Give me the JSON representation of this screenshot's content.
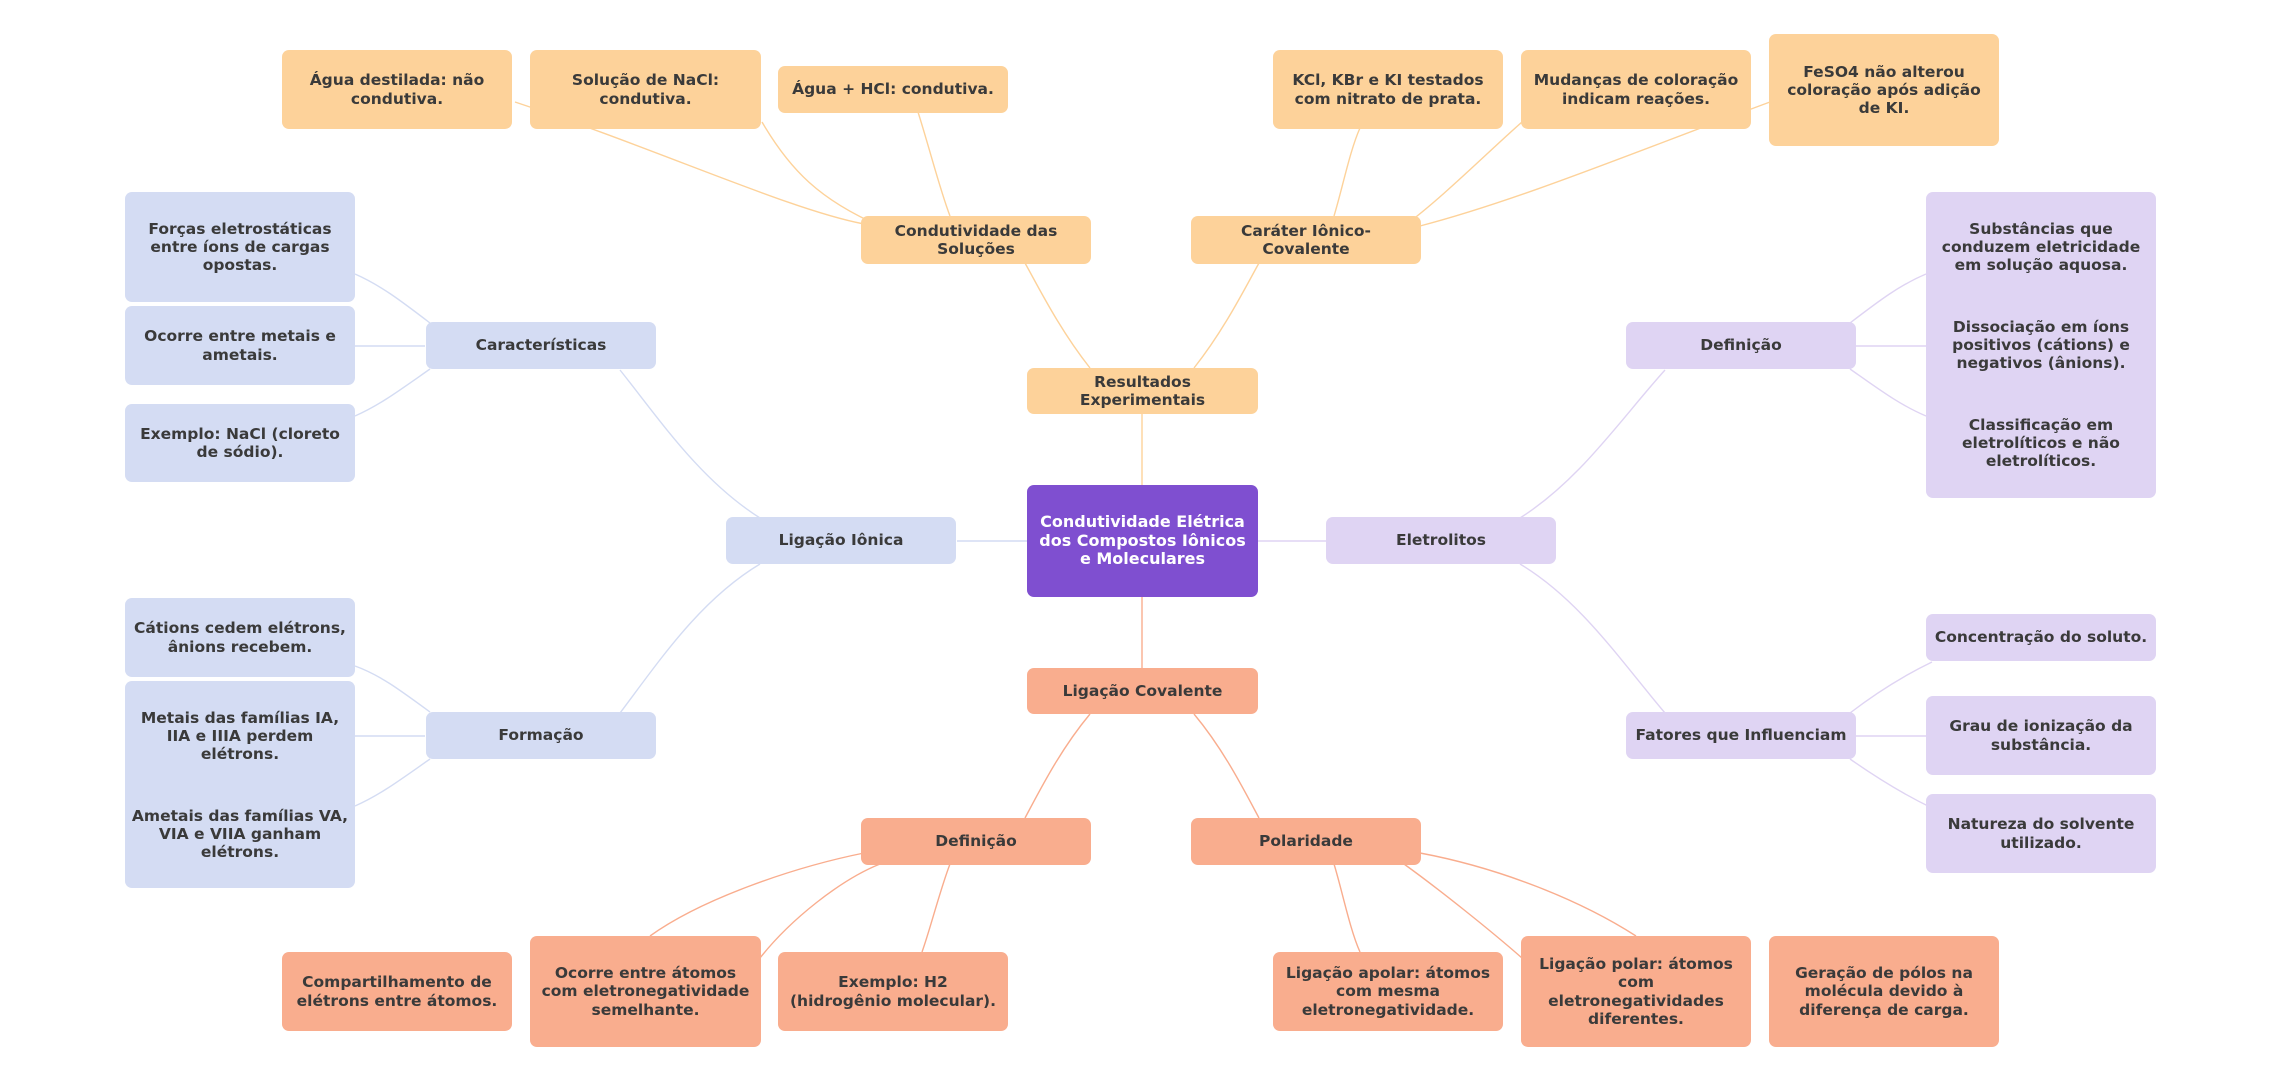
{
  "colors": {
    "root": "#7f4fd0",
    "results": "#fdd29a",
    "ionic": "#d4dcf3",
    "electrolytes": "#dfd4f3",
    "covalent": "#f9ad8e"
  },
  "root": {
    "label": "Condutividade Elétrica dos Compostos Iônicos e Moleculares"
  },
  "results": {
    "label": "Resultados Experimentais",
    "conductivity": {
      "label": "Condutividade das Soluções",
      "items": [
        "Água destilada: não condutiva.",
        "Solução de NaCl: condutiva.",
        "Água + HCl: condutiva."
      ]
    },
    "character": {
      "label": "Caráter Iônico-Covalente",
      "items": [
        "KCl, KBr e KI testados com nitrato de prata.",
        "Mudanças de coloração indicam reações.",
        "FeSO4 não alterou coloração após adição de KI."
      ]
    }
  },
  "ionic": {
    "label": "Ligação Iônica",
    "characteristics": {
      "label": "Características",
      "items": [
        "Forças eletrostáticas entre íons de cargas opostas.",
        "Ocorre entre metais e ametais.",
        "Exemplo: NaCl (cloreto de sódio)."
      ]
    },
    "formation": {
      "label": "Formação",
      "items": [
        "Cátions cedem elétrons, ânions recebem.",
        "Metais das famílias IA, IIA e IIIA perdem elétrons.",
        "Ametais das famílias VA, VIA e VIIA ganham elétrons."
      ]
    }
  },
  "electrolytes": {
    "label": "Eletrolitos",
    "definition": {
      "label": "Definição",
      "items": [
        "Substâncias que conduzem eletricidade em solução aquosa.",
        "Dissociação em íons positivos (cátions) e negativos (ânions).",
        "Classificação em eletrolíticos e não eletrolíticos."
      ]
    },
    "factors": {
      "label": "Fatores que Influenciam",
      "items": [
        "Concentração do soluto.",
        "Grau de ionização da substância.",
        "Natureza do solvente utilizado."
      ]
    }
  },
  "covalent": {
    "label": "Ligação Covalente",
    "definition": {
      "label": "Definição",
      "items": [
        "Compartilhamento de elétrons entre átomos.",
        "Ocorre entre átomos com eletronegatividade semelhante.",
        "Exemplo: H2 (hidrogênio molecular)."
      ]
    },
    "polarity": {
      "label": "Polaridade",
      "items": [
        "Ligação apolar: átomos com mesma eletronegatividade.",
        "Ligação polar: átomos com eletronegatividades diferentes.",
        "Geração de pólos na molécula devido à diferença de carga."
      ]
    }
  }
}
